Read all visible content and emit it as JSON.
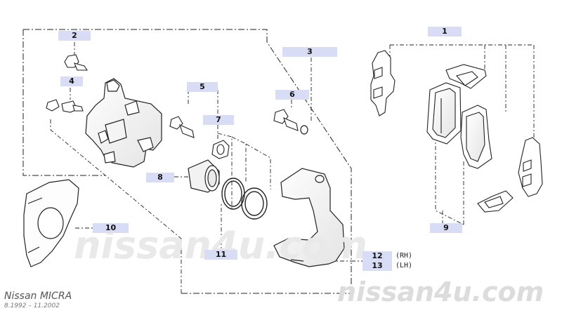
{
  "callouts": {
    "c1": "1",
    "c2": "2",
    "c3": "3",
    "c4": "4",
    "c5": "5",
    "c6": "6",
    "c7": "7",
    "c8": "8",
    "c9": "9",
    "c10": "10",
    "c11": "11",
    "c12": "12",
    "c13": "13"
  },
  "side_labels": {
    "rh": "(RH)",
    "lh": "(LH)"
  },
  "watermarks": {
    "center": "nissan4u.com",
    "corner": "nissan4u.com"
  },
  "brand": {
    "model": "Nissan MICRA",
    "period": "8.1992 – 11.2002"
  },
  "colors": {
    "callout_bg": "#d9dcf5",
    "line": "#222222",
    "watermark": "#e8e8e8"
  }
}
